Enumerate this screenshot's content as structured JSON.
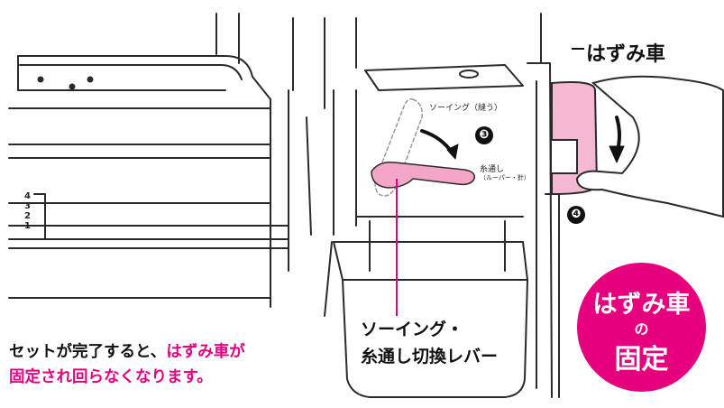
{
  "labels": {
    "handwheel": "はずみ車",
    "sewing": "ソーイング（縫う）",
    "threading": "糸通し",
    "threading_sub": "（ルーパー・針）",
    "lever_line1": "ソーイング・",
    "lever_line2": "糸通し切換レバー"
  },
  "step_numbers": {
    "step3": "❸",
    "step4": "❹"
  },
  "dial_numbers": [
    "4",
    "3",
    "2",
    "1"
  ],
  "note": {
    "line1_black": "セットが完了すると、",
    "line1_pink": "はずみ車が",
    "line2_pink": "固定され回らなくなります。"
  },
  "badge": {
    "line1": "はずみ車",
    "line2": "の",
    "line3": "固定"
  },
  "colors": {
    "accent": "#e6007e",
    "pink_light": "#f5b8d3",
    "outline": "#2a2a2a"
  }
}
